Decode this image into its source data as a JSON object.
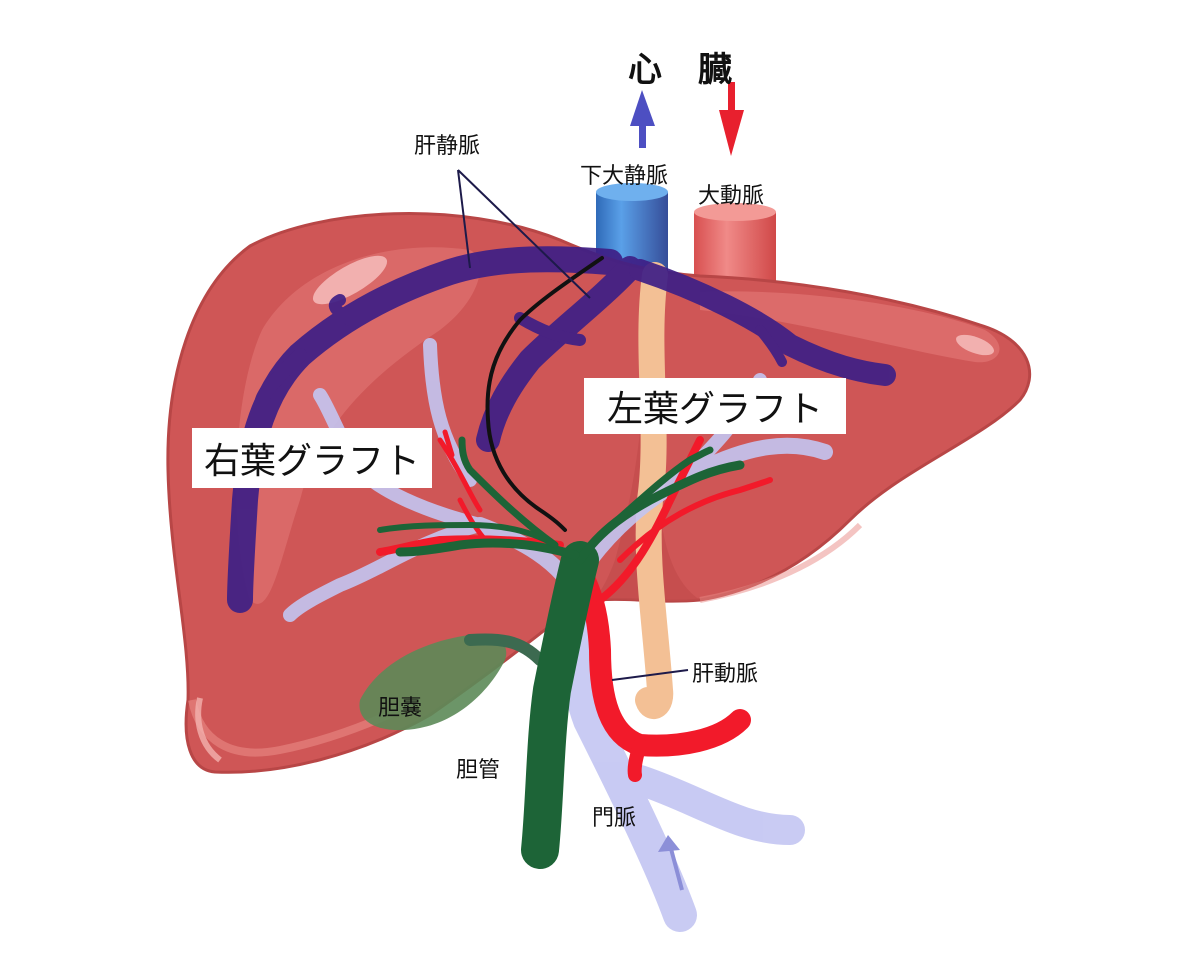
{
  "labels": {
    "heart_1": "心",
    "heart_2": "臓",
    "hepatic_vein": "肝静脈",
    "ivc": "下大静脈",
    "aorta": "大動脈",
    "right_graft": "右葉グラフト",
    "left_graft": "左葉グラフト",
    "hepatic_artery": "肝動脈",
    "gallbladder": "胆嚢",
    "bile_duct": "胆管",
    "portal_vein": "門脈"
  },
  "colors": {
    "liver": "#cf5656",
    "liver_dark": "#b94646",
    "liver_highlight": "#e47a78",
    "hepatic_vein": "#3e1f86",
    "portal_vein": "#c3c5f2",
    "hepatic_artery": "#f21a2a",
    "bile_duct": "#1d6437",
    "gallbladder": "#5c8a58",
    "ivc": "#3b7fd0",
    "aorta": "#e86a6a",
    "ligament": "#f3c095",
    "arrow_up": "#4d4fc2",
    "arrow_down": "#e8202e",
    "graft_line": "#111111"
  }
}
